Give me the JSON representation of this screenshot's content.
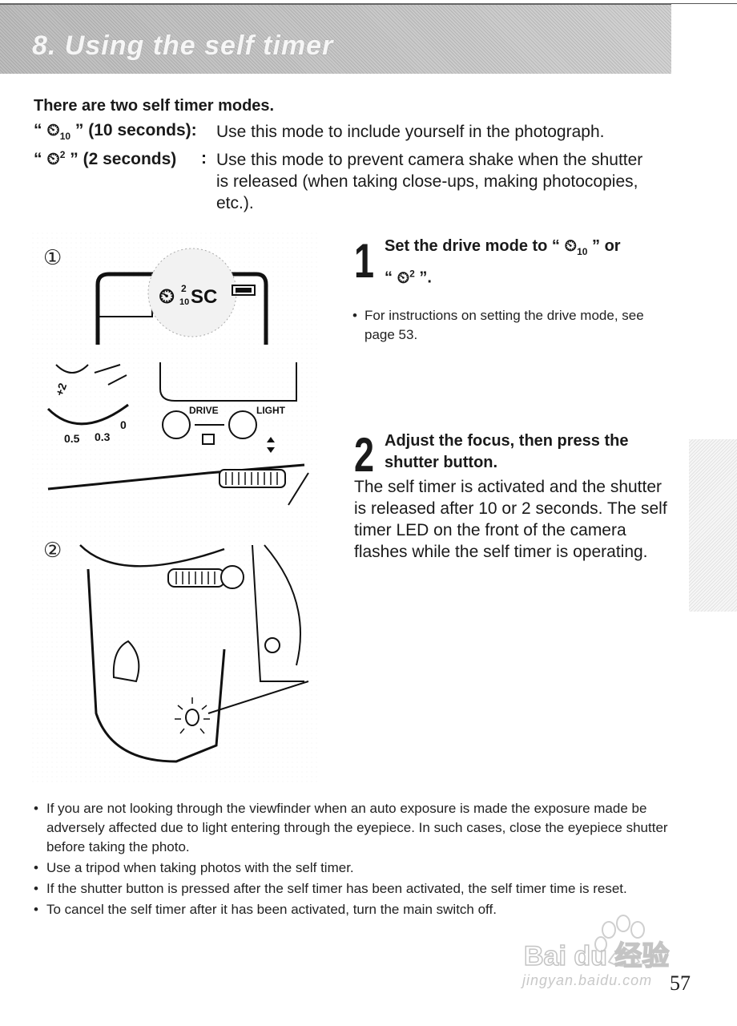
{
  "header": {
    "title": "8. Using the self timer"
  },
  "intro": {
    "heading": "There are two self timer modes.",
    "modes": [
      {
        "label_prefix": "“ ",
        "symbol": "⏲",
        "sub": "10",
        "label_suffix": " ” (10 seconds):",
        "desc": "Use this mode to include yourself in the photograph."
      },
      {
        "label_prefix": "“ ",
        "symbol": "⏲",
        "sup": "2",
        "label_suffix": " ” (2 seconds)",
        "colon": ":",
        "desc": "Use this mode to prevent camera shake when the shutter is released (when taking close-ups, making photocopies, etc.)."
      }
    ]
  },
  "illustration": {
    "circle_1": "①",
    "circle_2": "②",
    "display_text": "SC",
    "display_sup": "2",
    "display_sub": "10",
    "drive_label": "DRIVE",
    "light_label": "LIGHT",
    "dial_05": "0.5",
    "dial_03": "0.3",
    "dial_0": "0",
    "dial_plus2": "+2"
  },
  "steps": [
    {
      "number": "1",
      "title_a": "Set the drive mode to “ ",
      "title_sym_sub": "10",
      "title_b": " ” or",
      "title_c": "“ ",
      "title_sym_sup": "2",
      "title_d": " ”.",
      "bullet": "For instructions on setting the drive mode, see page 53."
    },
    {
      "number": "2",
      "title": "Adjust the focus, then press the shutter button.",
      "body": "The self timer is activated and the shutter is released after 10 or 2 seconds.  The self timer LED on the front of the camera flashes while the self timer is operating."
    }
  ],
  "notes": [
    "If you are not looking through the viewfinder when an auto exposure is made the exposure made be adversely affected due to light entering through the eyepiece. In such cases, close the eyepiece shutter before taking the photo.",
    "Use a tripod when taking photos with the self timer.",
    "If the shutter button is pressed after the self timer has been activated, the self timer time is reset.",
    "To cancel the self timer after it has been activated, turn the main switch off."
  ],
  "page_number": "57",
  "watermark": {
    "brand": "Bai du 经验",
    "url": "jingyan.baidu.com"
  }
}
